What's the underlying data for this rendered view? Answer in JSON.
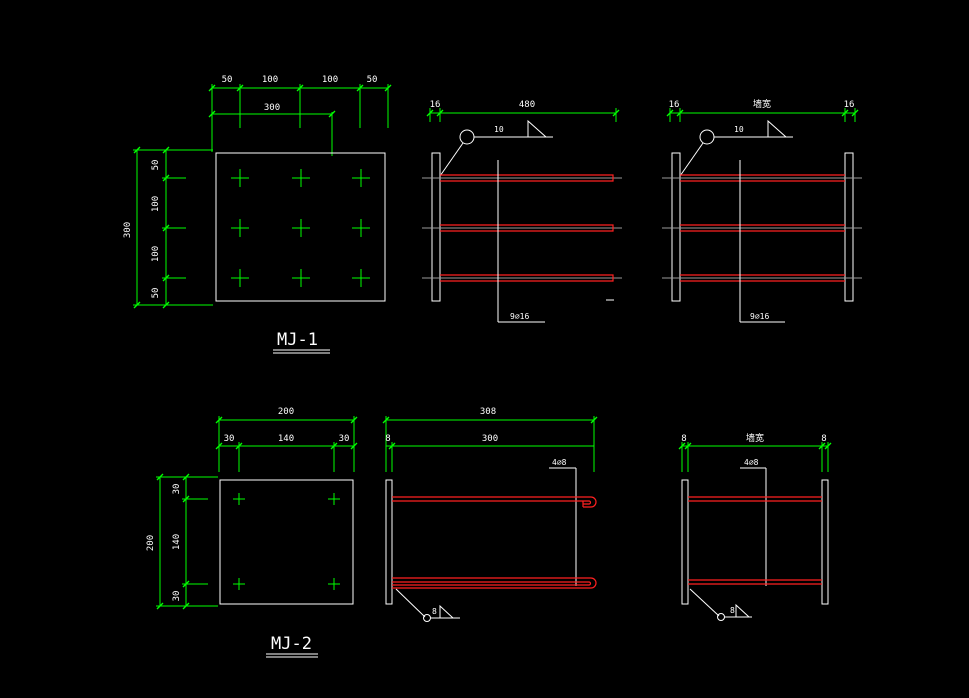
{
  "colors": {
    "background": "#000000",
    "dimension": "#00ff00",
    "outline": "#ffffff",
    "rebar": "#ff2020",
    "axis": "#9a9a9a"
  },
  "mj1": {
    "title": "MJ-1",
    "plan_top_dims": [
      "50",
      "100",
      "100",
      "50"
    ],
    "plan_width": "300",
    "plan_left_dims": [
      "50",
      "100",
      "100",
      "50"
    ],
    "plan_height": "300",
    "side_dims": [
      "16",
      "480"
    ],
    "side_weld": "10",
    "side_bars": "9⌀16",
    "side2_dims": [
      "16",
      "墙宽",
      "16"
    ],
    "side2_weld": "10",
    "side2_bars": "9⌀16"
  },
  "mj2": {
    "title": "MJ-2",
    "plan_width": "200",
    "plan_top_dims": [
      "30",
      "140",
      "30"
    ],
    "plan_height": "200",
    "plan_left_dims": [
      "30",
      "140",
      "30"
    ],
    "side_total": "308",
    "side_dims": [
      "8",
      "300"
    ],
    "side_bars": "4⌀8",
    "side_weld": "8",
    "side2_dims": [
      "8",
      "墙宽",
      "8"
    ],
    "side2_bars": "4⌀8",
    "side2_weld": "8"
  }
}
